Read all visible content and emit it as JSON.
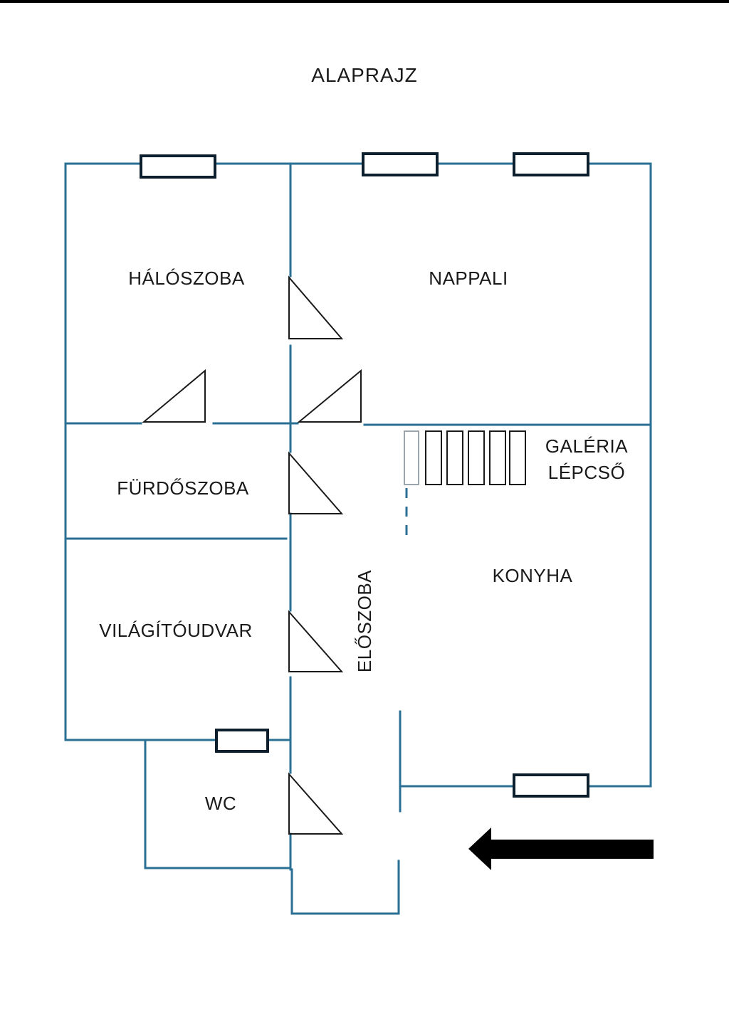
{
  "title": "ALAPRAJZ",
  "rooms": {
    "halo": "HÁLÓSZOBA",
    "nappali": "NAPPALI",
    "furdo": "FÜRDŐSZOBA",
    "galeria_1": "GALÉRIA",
    "galeria_2": "LÉPCSŐ",
    "konyha": "KONYHA",
    "vilagito": "VILÁGÍTÓUDVAR",
    "eloszoba": "ELŐSZOBA",
    "wc": "WC"
  },
  "colors": {
    "wall": "#2a6f94",
    "window": "#0d1f2d",
    "arrow": "#000000"
  },
  "icons": {
    "entrance": "arrow-left-icon"
  }
}
